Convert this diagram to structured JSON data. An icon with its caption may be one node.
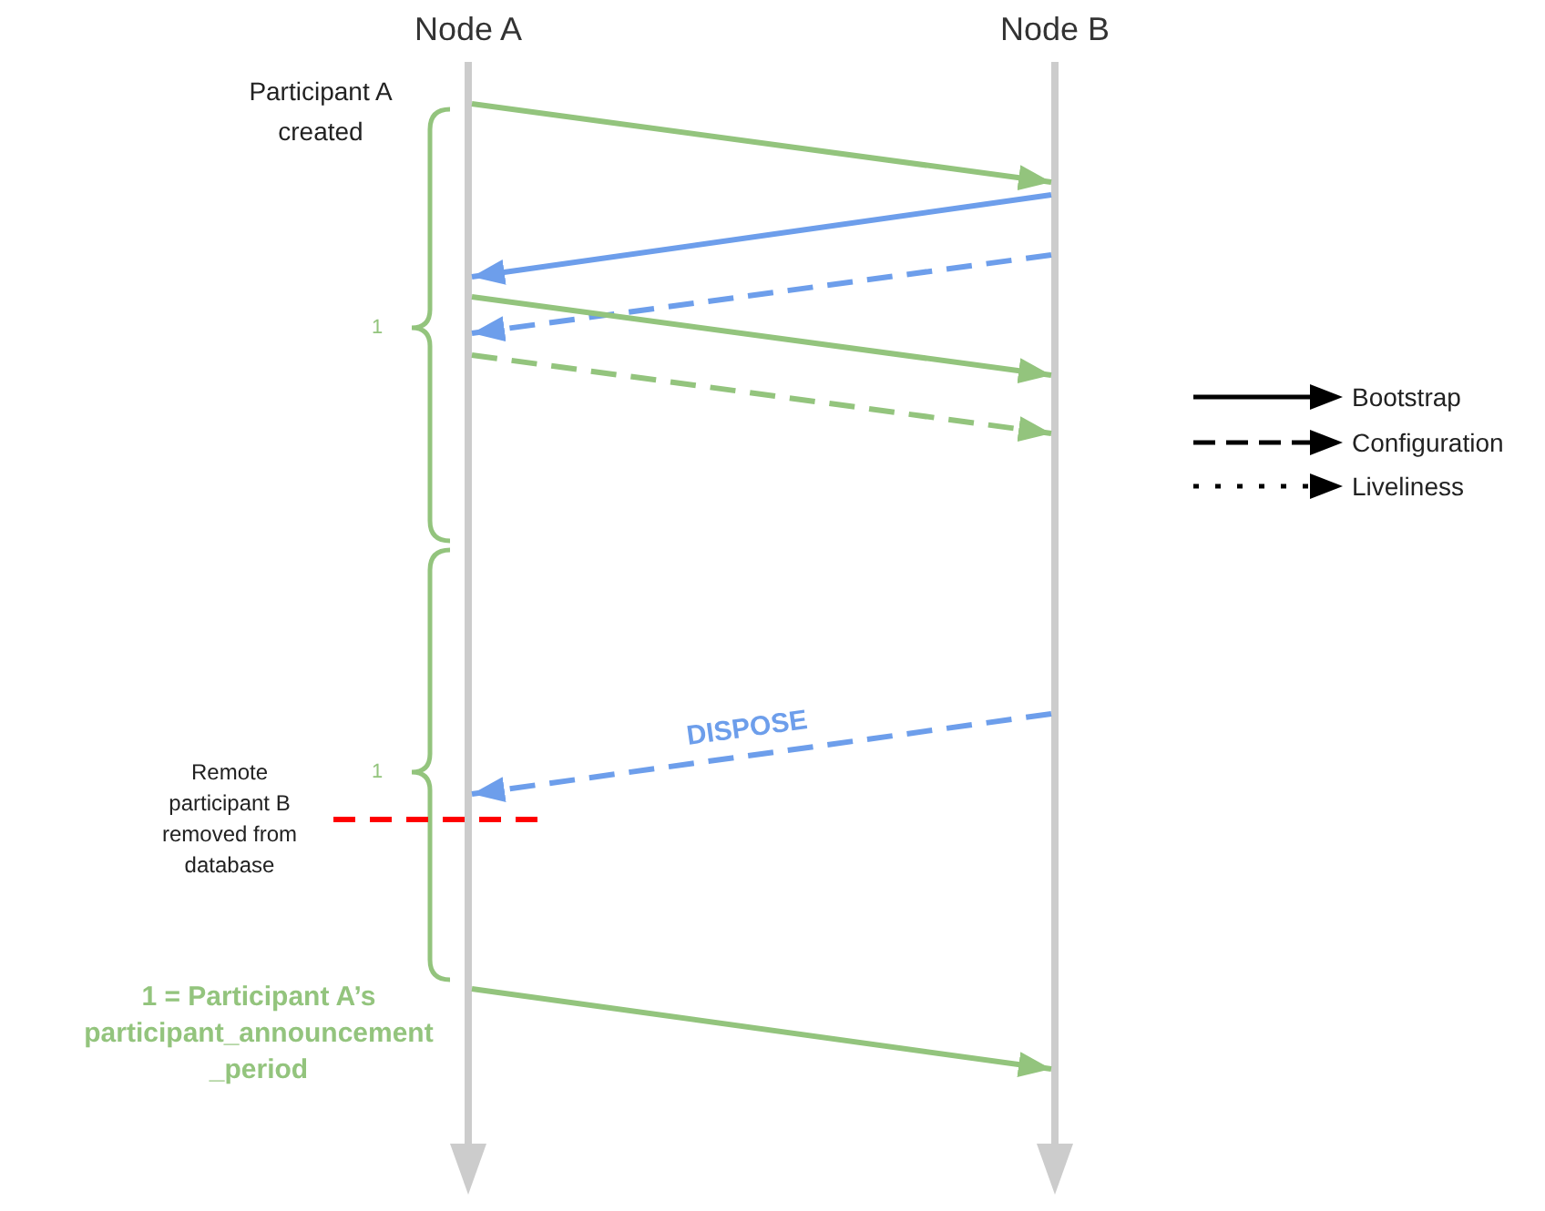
{
  "diagram": {
    "nodes": [
      {
        "text": [
          "Node A"
        ]
      },
      {
        "text": [
          "Node B"
        ]
      }
    ],
    "edges": [
      {
        "from": 0,
        "to": 1,
        "arrow": "to"
      },
      {
        "from": 1,
        "to": 0,
        "arrow": "to",
        "color": "#6d9eeb"
      },
      {
        "from": 1,
        "to": 0,
        "arrow": "to",
        "style": "dashed",
        "color": "#6d9eeb"
      },
      {
        "from": 0,
        "to": 1,
        "arrow": "to"
      },
      {
        "from": 0,
        "to": 1,
        "arrow": "to",
        "style": "dashed"
      },
      {
        "from": 1,
        "to": 0,
        "arrow": "to",
        "style": "dashed",
        "color": "#6d9eeb",
        "label": "DISPOSE"
      },
      {
        "from": 0,
        "to": 1,
        "arrow": "to"
      }
    ],
    "labels": [
      "Participant A created",
      "1",
      "1",
      "Remote participant B removed from database",
      "1 = Participant A’s participant_announcement _period"
    ],
    "legend": [
      {
        "text": "Bootstrap"
      },
      {
        "text": "Configuration"
      },
      {
        "text": "Liveliness"
      }
    ]
  }
}
